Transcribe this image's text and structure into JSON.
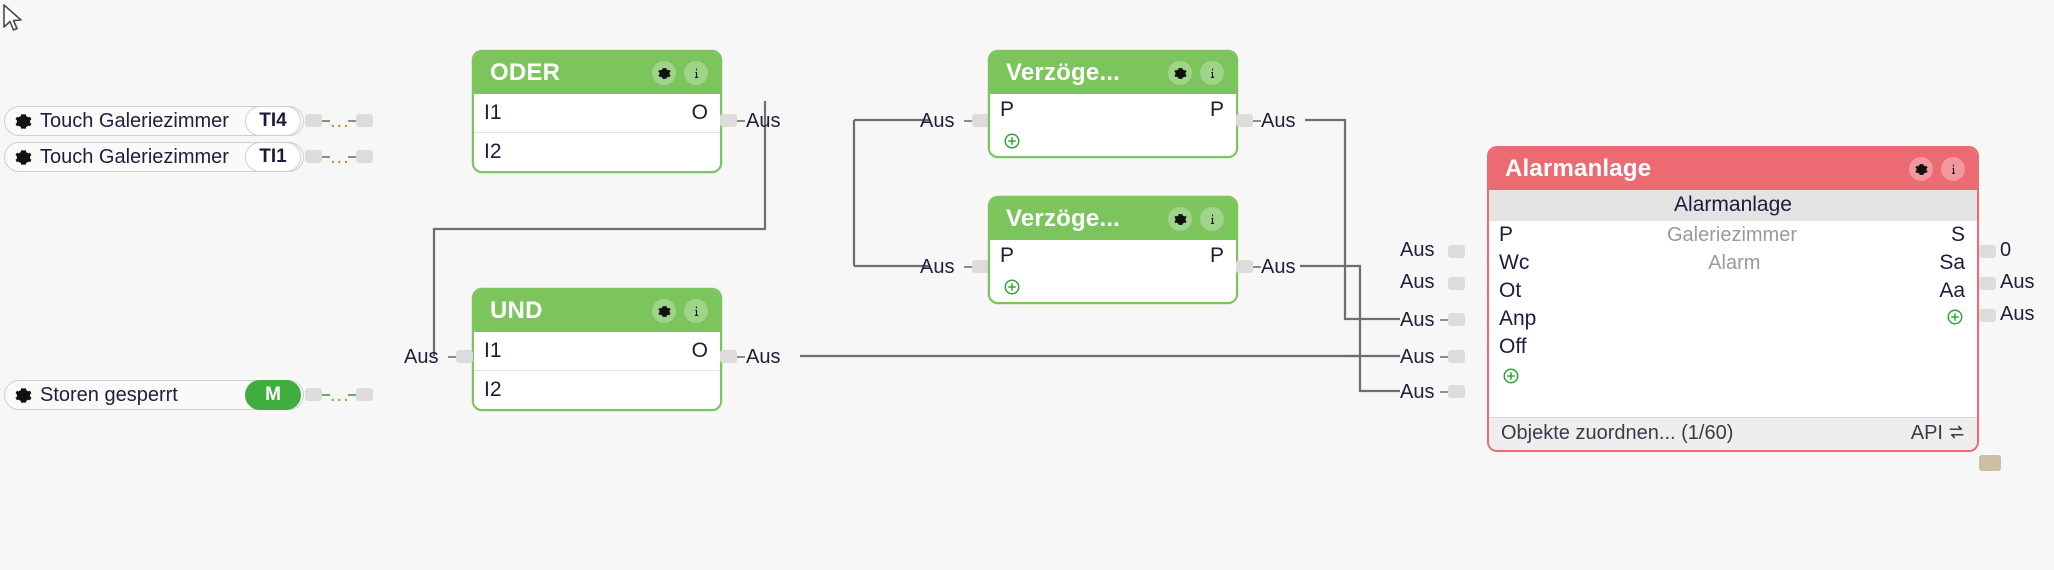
{
  "canvas": {
    "background": "#f7f7f7",
    "wire_color": "#6e6e6e",
    "accent_green": "#7cc45c",
    "accent_red": "#ec6b72",
    "tag_green": "#3fae3f",
    "plus_green": "#31a531"
  },
  "cursor": {
    "name": "mouse-pointer"
  },
  "devices": [
    {
      "gear_icon": "gear-icon",
      "label": "Touch Galeriezimmer",
      "state_icon": "radio-filled-icon",
      "tag": "TI4",
      "tag_style": "white",
      "link_dots": "..."
    },
    {
      "gear_icon": "gear-icon",
      "label": "Touch Galeriezimmer",
      "state_icon": "radio-filled-icon",
      "tag": "TI1",
      "tag_style": "white",
      "link_dots": "..."
    },
    {
      "gear_icon": "gear-icon",
      "label": "Storen gesperrt",
      "state_icon": "toggle-on-icon",
      "tag": "M",
      "tag_style": "green",
      "link_dots": "..."
    }
  ],
  "blocks": {
    "oder": {
      "title": "ODER",
      "color": "green",
      "gear_icon": "gear-icon",
      "info_icon": "info-icon",
      "rows": [
        {
          "in": "I1",
          "out": "O"
        },
        {
          "in": "I2",
          "out": ""
        }
      ],
      "output_label": "Aus"
    },
    "und": {
      "title": "UND",
      "color": "green",
      "gear_icon": "gear-icon",
      "info_icon": "info-icon",
      "rows": [
        {
          "in": "I1",
          "out": "O"
        },
        {
          "in": "I2",
          "out": ""
        }
      ],
      "input_label": "Aus",
      "output_label": "Aus"
    },
    "verzoegerung_1": {
      "title": "Verzöge...",
      "color": "green",
      "gear_icon": "gear-icon",
      "info_icon": "info-icon",
      "rows": [
        {
          "in": "P",
          "out": "P"
        }
      ],
      "add_icon": "plus-circle-icon",
      "input_label": "Aus",
      "output_label": "Aus"
    },
    "verzoegerung_2": {
      "title": "Verzöge...",
      "color": "green",
      "gear_icon": "gear-icon",
      "info_icon": "info-icon",
      "rows": [
        {
          "in": "P",
          "out": "P"
        }
      ],
      "add_icon": "plus-circle-icon",
      "input_label": "Aus",
      "output_label": "Aus"
    },
    "alarmanlage": {
      "title": "Alarmanlage",
      "color": "red",
      "gear_icon": "gear-icon",
      "info_icon": "info-icon",
      "subtitle": "Alarmanlage",
      "rows": [
        {
          "in": "P",
          "mid": "Galeriezimmer",
          "out": "S",
          "in_label": "Aus",
          "out_label": "0"
        },
        {
          "in": "Wc",
          "mid": "Alarm",
          "out": "Sa",
          "in_label": "Aus",
          "out_label": "Aus"
        },
        {
          "in": "Ot",
          "mid": "",
          "out": "Aa",
          "in_label": "Aus",
          "out_label": "Aus"
        },
        {
          "in": "Anp",
          "mid": "",
          "out": "",
          "in_label": "Aus",
          "out_label": ""
        },
        {
          "in": "Off",
          "mid": "",
          "out": "",
          "in_label": "Aus",
          "out_label": ""
        }
      ],
      "add_icon_in": "plus-circle-icon",
      "add_icon_out": "plus-circle-icon",
      "footer_text": "Objekte zuordnen... (1/60)",
      "footer_api_label": "API",
      "footer_api_icon": "swap-arrows-icon"
    }
  }
}
